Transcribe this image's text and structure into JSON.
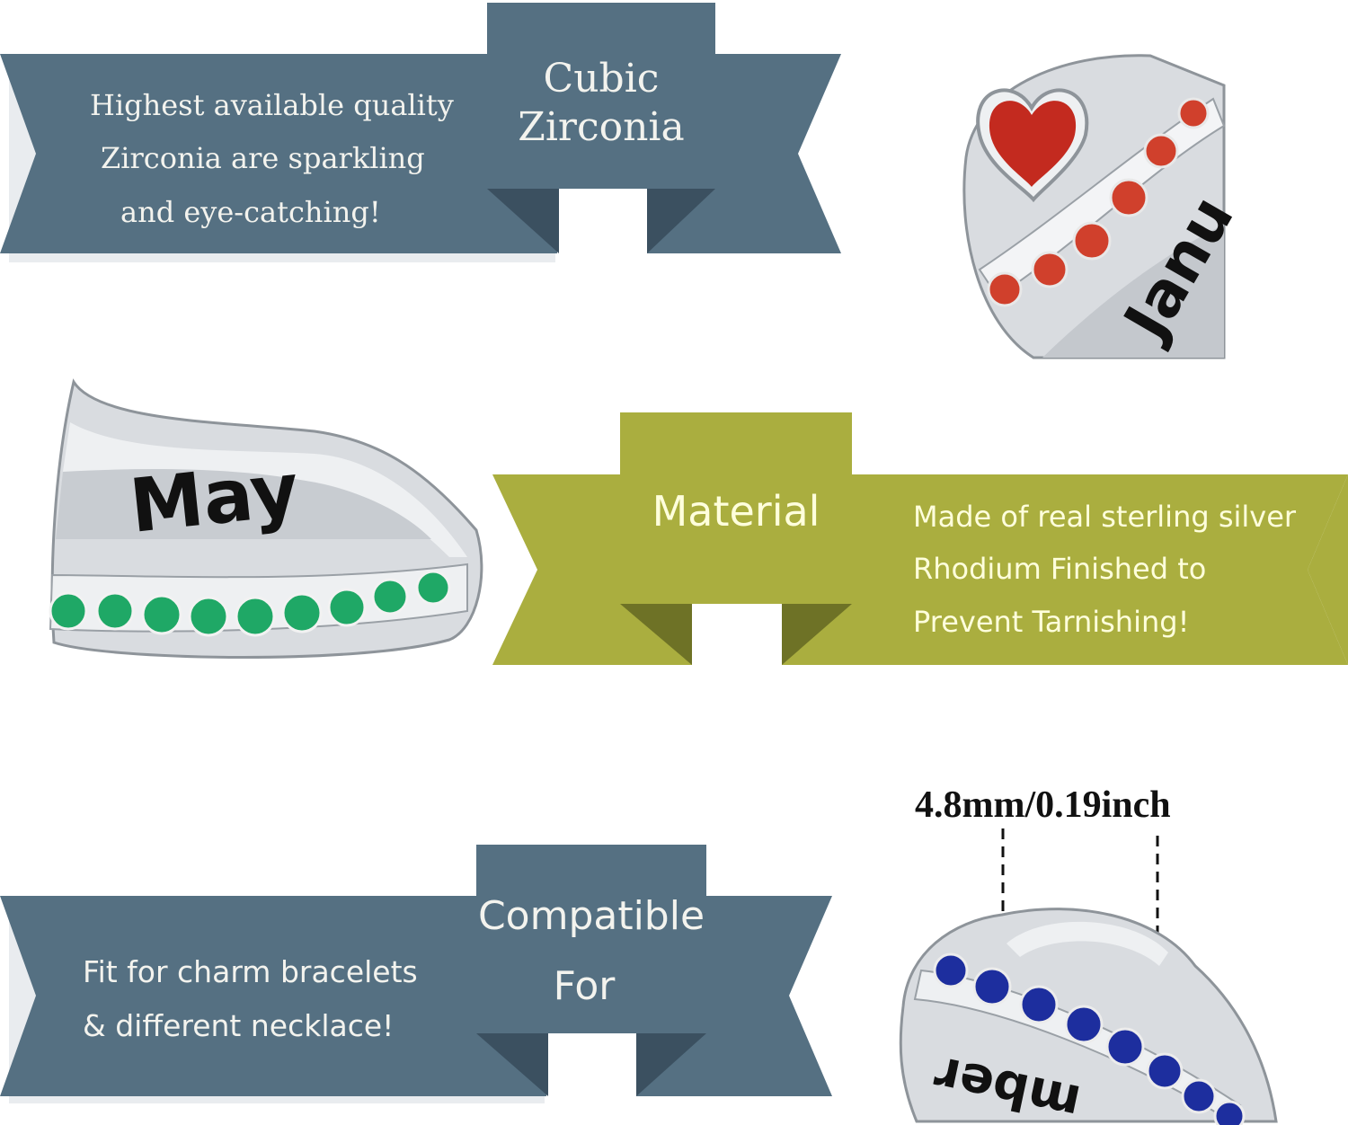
{
  "colors": {
    "slate": "#557082",
    "slate_dark": "#3b5060",
    "olive": "#aaae3f",
    "olive_dark": "#6e7226",
    "shadow": "#e9ecef",
    "silver": "#d9dce0",
    "garnet": "#c32a1f",
    "emerald": "#1fa866",
    "sapphire": "#1d2e9e"
  },
  "icons": [
    "heart-ring-charm-icon",
    "name-ring-charm-icon",
    "sapphire-ring-charm-icon"
  ],
  "section1": {
    "title_line1": "Cubic",
    "title_line2": "Zirconia",
    "desc_line1": "Highest available quality",
    "desc_line2": "Zirconia are sparkling",
    "desc_line3": "and eye-catching!",
    "engraving": "Janu"
  },
  "section2": {
    "title": "Material",
    "desc_line1": "Made of real sterling silver",
    "desc_line2": "Rhodium Finished to",
    "desc_line3": "Prevent Tarnishing!",
    "engraving": "May"
  },
  "section3": {
    "title_line1": "Compatible",
    "title_line2": "For",
    "desc_line1": "Fit for charm bracelets",
    "desc_line2": "& different necklace!",
    "dimension": "4.8mm/0.19inch",
    "engraving": "mber"
  }
}
